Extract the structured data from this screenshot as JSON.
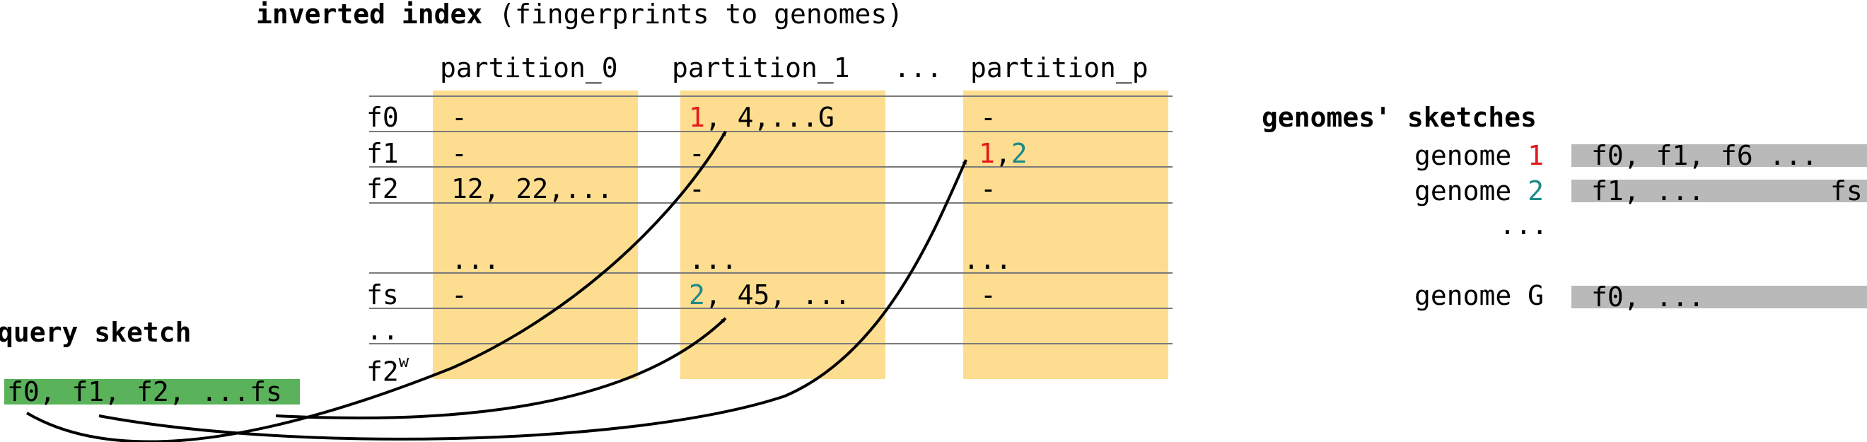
{
  "title_bold": "inverted index",
  "title_rest": " (fingerprints to genomes)",
  "partitions": {
    "p0": "partition_0",
    "p1": "partition_1",
    "ellipsis": "...",
    "pp": "partition_p"
  },
  "rows": {
    "f0": "f0",
    "f1": "f1",
    "f2": "f2",
    "fs": "fs",
    "dots": "..",
    "f2w_base": "f2",
    "f2w_sup": "w"
  },
  "cells": {
    "c_f0_p0": "-",
    "c_f0_p1_a": "1",
    "c_f0_p1_b": ", 4,...G",
    "c_f0_pp": "-",
    "c_f1_p0": "-",
    "c_f1_p1": "-",
    "c_f1_pp_a": "1",
    "c_f1_pp_sep": ",",
    "c_f1_pp_b": "2",
    "c_f2_p0": "12, 22,...",
    "c_f2_p1": "-",
    "c_f2_pp": "-",
    "c_dots_p0": "...",
    "c_dots_p1": "...",
    "c_dots_pp": "...",
    "c_fs_p0": "-",
    "c_fs_p1_a": "2",
    "c_fs_p1_b": ", 45, ...",
    "c_fs_pp": "-"
  },
  "sketches": {
    "title": "genomes' sketches",
    "g1_label": "genome ",
    "g1_num": "1",
    "g1_fp": "f0, f1, f6 ...",
    "g2_label": "genome ",
    "g2_num": "2",
    "g2_fp": "f1, ...",
    "g2_fp_end": "fs",
    "dots": "...",
    "gG_label": "genome G",
    "gG_fp": "f0, ..."
  },
  "query": {
    "title": "query sketch",
    "fp": "f0, f1, f2, ...fs"
  },
  "colors": {
    "partition_fill": "#fddd8f",
    "genome_bar": "#b9b9b9",
    "query_bar": "#5ab25a",
    "genome1": "#e41a1c",
    "genome2": "#1b8a8a"
  }
}
